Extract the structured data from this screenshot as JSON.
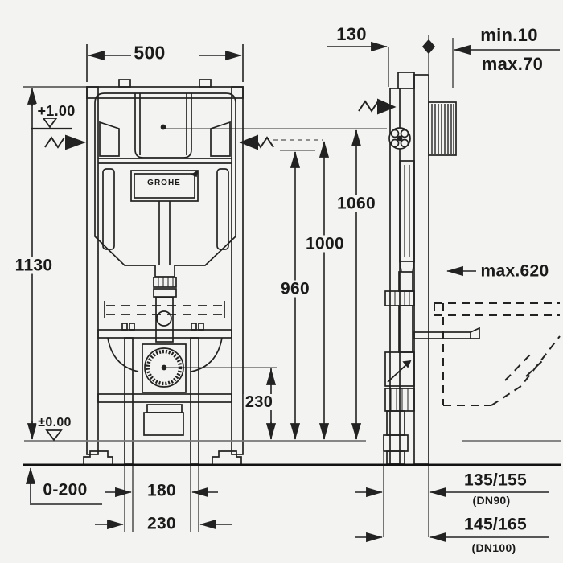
{
  "diagram": {
    "type": "technical-installation-drawing",
    "subject": "concealed cistern mounting frame, front and side view with dimensions",
    "brand_plate": "GROHE",
    "colors": {
      "background": "#f3f3f1",
      "line": "#222222",
      "thin_line": "#555555"
    },
    "labels": {
      "frame_width": "500",
      "frame_depth": "130",
      "finish_min": "min.10",
      "finish_max": "max.70",
      "frame_height": "1130",
      "h_actuator": "1060",
      "h_supply": "1000",
      "h_960": "960",
      "bowl_max_height": "max.620",
      "drain_height": "230",
      "level_top": "+1.00",
      "level_floor": "±0.00",
      "foot_range": "0-200",
      "inner_width": "180",
      "outer_width": "230",
      "offset_dn90": "135/155",
      "offset_dn90_pipe": "(DN90)",
      "offset_dn100": "145/165",
      "offset_dn100_pipe": "(DN100)"
    }
  }
}
